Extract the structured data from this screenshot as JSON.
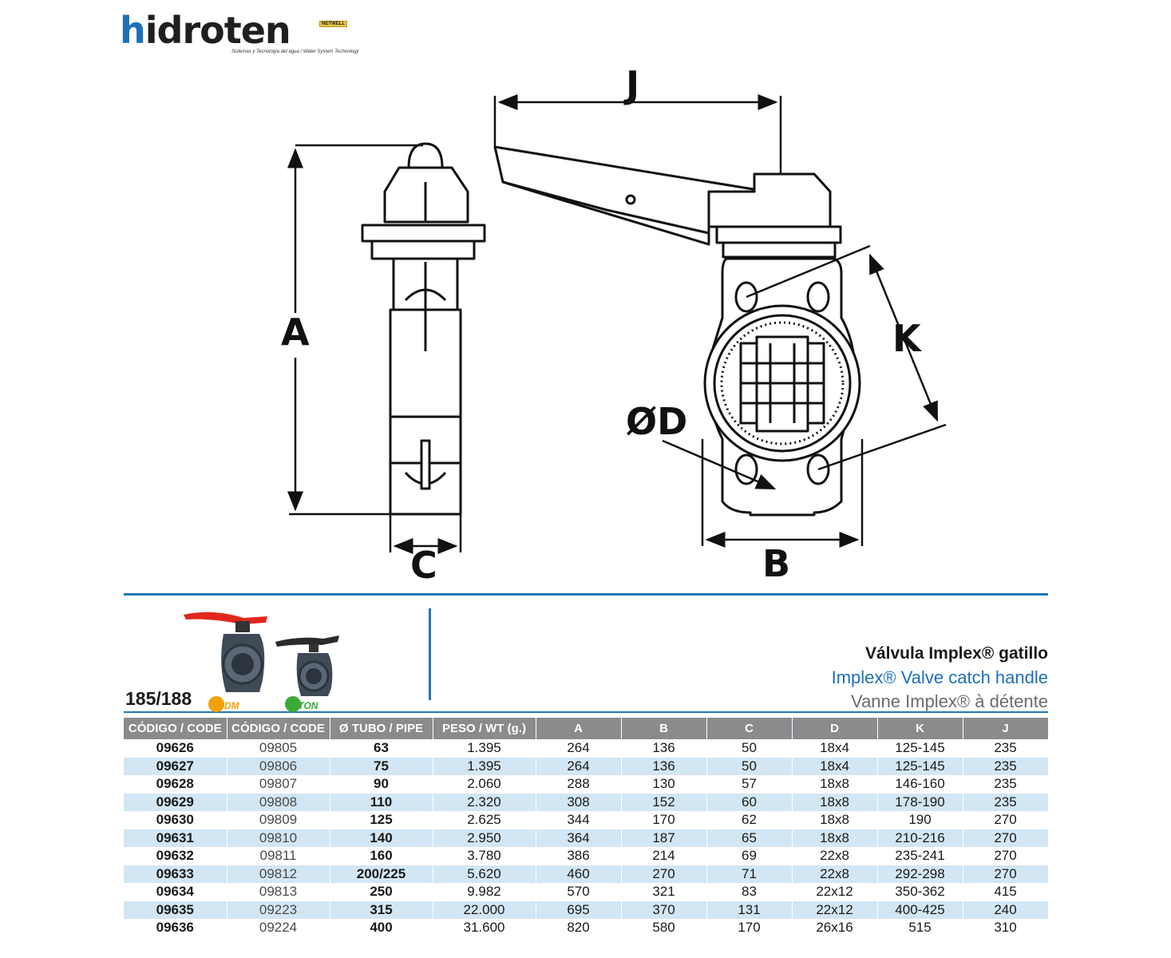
{
  "logo": {
    "letter": "h",
    "rest": "idroten",
    "tagline": "Sistemas y Tecnología del agua / Water System Technology",
    "brand_mark": "NETWELL"
  },
  "drawing": {
    "labels": {
      "A": "A",
      "B": "B",
      "C": "C",
      "J": "J",
      "K": "K",
      "D": "ØD"
    },
    "colors": {
      "line": "#111111",
      "fill": "#ffffff"
    }
  },
  "product": {
    "model": "185/188",
    "badges": {
      "epdm": "EPDM",
      "viton": "VITON"
    },
    "title_es": "Válvula Implex® gatillo",
    "title_en": "Implex® Valve catch handle",
    "title_fr": "Vanne Implex® à détente",
    "colors": {
      "handle_red": "#e0281e",
      "handle_black": "#2a2a2a",
      "body": "#3f4a57",
      "epdm": "#f0a10a",
      "viton": "#3aaa35"
    }
  },
  "table": {
    "headers": [
      "CÓDIGO / CODE",
      "CÓDIGO / CODE",
      "Ø TUBO / PIPE",
      "PESO / WT (g.)",
      "A",
      "B",
      "C",
      "D",
      "K",
      "J"
    ],
    "rows": [
      [
        "09626",
        "09805",
        "63",
        "1.395",
        "264",
        "136",
        "50",
        "18x4",
        "125-145",
        "235"
      ],
      [
        "09627",
        "09806",
        "75",
        "1.395",
        "264",
        "136",
        "50",
        "18x4",
        "125-145",
        "235"
      ],
      [
        "09628",
        "09807",
        "90",
        "2.060",
        "288",
        "130",
        "57",
        "18x8",
        "146-160",
        "235"
      ],
      [
        "09629",
        "09808",
        "110",
        "2.320",
        "308",
        "152",
        "60",
        "18x8",
        "178-190",
        "235"
      ],
      [
        "09630",
        "09809",
        "125",
        "2.625",
        "344",
        "170",
        "62",
        "18x8",
        "190",
        "270"
      ],
      [
        "09631",
        "09810",
        "140",
        "2.950",
        "364",
        "187",
        "65",
        "18x8",
        "210-216",
        "270"
      ],
      [
        "09632",
        "09811",
        "160",
        "3.780",
        "386",
        "214",
        "69",
        "22x8",
        "235-241",
        "270"
      ],
      [
        "09633",
        "09812",
        "200/225",
        "5.620",
        "460",
        "270",
        "71",
        "22x8",
        "292-298",
        "270"
      ],
      [
        "09634",
        "09813",
        "250",
        "9.982",
        "570",
        "321",
        "83",
        "22x12",
        "350-362",
        "415"
      ],
      [
        "09635",
        "09223",
        "315",
        "22.000",
        "695",
        "370",
        "131",
        "22x12",
        "400-425",
        "240"
      ],
      [
        "09636",
        "09224",
        "400",
        "31.600",
        "820",
        "580",
        "170",
        "26x16",
        "515",
        "310"
      ]
    ],
    "colors": {
      "header_bg": "#8a8b8d",
      "stripe": "#d3e6f3",
      "divider": "#2178b5"
    }
  }
}
